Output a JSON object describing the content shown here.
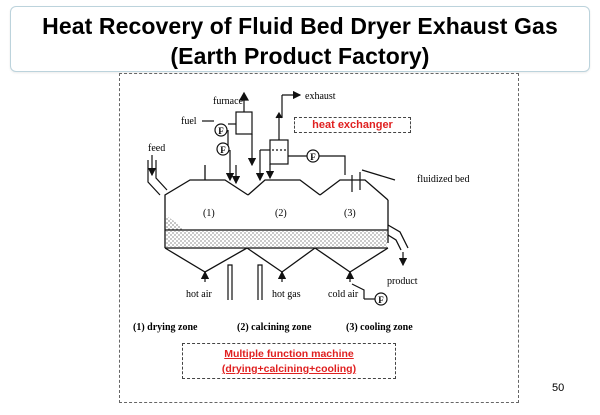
{
  "title": {
    "line1": "Heat Recovery of Fluid Bed Dryer Exhaust Gas",
    "line2": "(Earth Product Factory)"
  },
  "labels": {
    "furnace": "furnace",
    "exhaust": "exhaust",
    "fuel": "fuel",
    "feed": "feed",
    "fluidized_bed": "fluidized bed",
    "zone1_num": "(1)",
    "zone2_num": "(2)",
    "zone3_num": "(3)",
    "product": "product",
    "hot_air": "hot air",
    "hot_gas": "hot gas",
    "cold_air": "cold air",
    "fan": "F"
  },
  "zones_legend": {
    "drying": "(1) drying zone",
    "calcining": "(2) calcining zone",
    "cooling": "(3) cooling zone"
  },
  "callouts": {
    "heat_exchanger": "heat exchanger",
    "machine_line1": "Multiple function machine",
    "machine_line2": "(drying+calcining+cooling)"
  },
  "page_number": "50",
  "colors": {
    "callout_text": "#e02020",
    "line": "#111111"
  }
}
